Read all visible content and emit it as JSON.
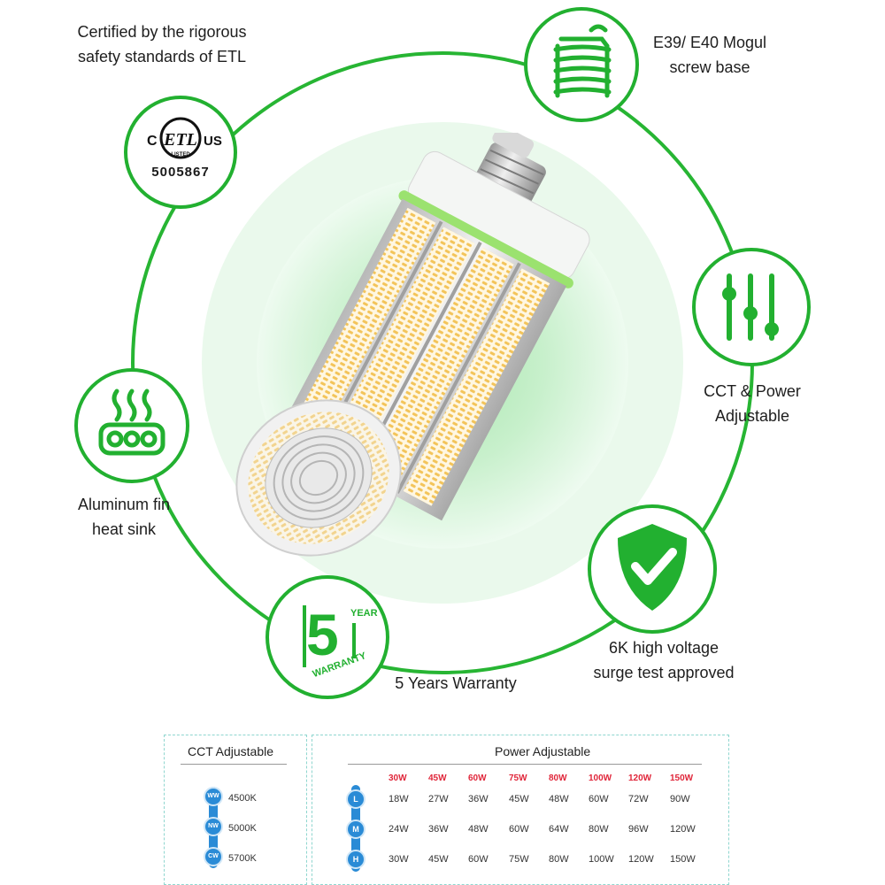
{
  "colors": {
    "accent": "#22b030",
    "accent_light": "#c9efcf",
    "table_blue": "#2a8bd6",
    "table_red": "#e0263a"
  },
  "features": {
    "etl": {
      "line1": "Certified by the rigorous",
      "line2": "safety standards of ETL",
      "mark_c": "C",
      "mark_us": "US",
      "mark_listed": "LISTED",
      "mark_etl": "ETL",
      "number": "5005867",
      "icon": "etl-listed-icon"
    },
    "base": {
      "line1": "E39/ E40 Mogul",
      "line2": "screw base",
      "icon": "screw-base-icon"
    },
    "adjust": {
      "line1": "CCT & Power",
      "line2": "Adjustable",
      "icon": "sliders-icon"
    },
    "heatsink": {
      "line1": "Aluminum fin",
      "line2": "heat sink",
      "icon": "heat-sink-icon"
    },
    "warranty": {
      "label": "5 Years Warranty",
      "badge_number": "5",
      "badge_year": "YEAR",
      "badge_word": "WARRANTY",
      "icon": "warranty-icon"
    },
    "surge": {
      "line1": "6K high voltage",
      "line2": "surge test approved",
      "icon": "shield-check-icon"
    }
  },
  "cct_table": {
    "title": "CCT Adjustable",
    "rows": [
      {
        "code": "WW",
        "value": "4500K"
      },
      {
        "code": "NW",
        "value": "5000K"
      },
      {
        "code": "CW",
        "value": "5700K"
      }
    ]
  },
  "power_table": {
    "title": "Power Adjustable",
    "headers": [
      "30W",
      "45W",
      "60W",
      "75W",
      "80W",
      "100W",
      "120W",
      "150W"
    ],
    "rows": [
      {
        "level": "L",
        "values": [
          "18W",
          "27W",
          "36W",
          "45W",
          "48W",
          "60W",
          "72W",
          "90W"
        ]
      },
      {
        "level": "M",
        "values": [
          "24W",
          "36W",
          "48W",
          "60W",
          "64W",
          "80W",
          "96W",
          "120W"
        ]
      },
      {
        "level": "H",
        "values": [
          "30W",
          "45W",
          "60W",
          "75W",
          "80W",
          "100W",
          "120W",
          "150W"
        ]
      }
    ]
  }
}
